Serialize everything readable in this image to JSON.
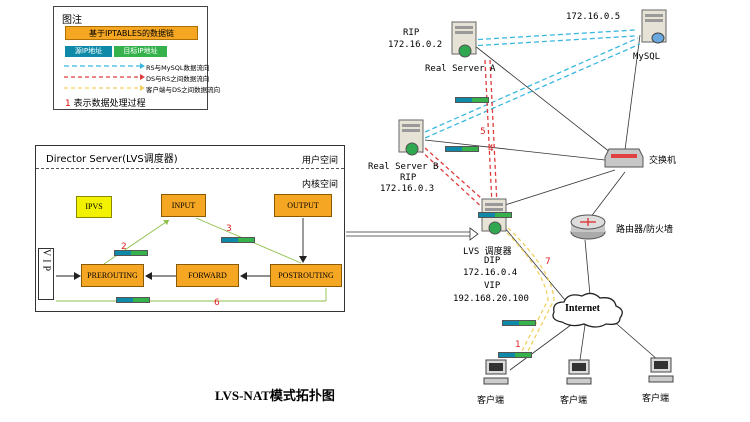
{
  "legend": {
    "title": "图注",
    "chain_label": "基于IPTABLES的数据链",
    "src_badge": "源IP地址",
    "dst_badge": "目标IP地址",
    "line_rs_mysql": "RS与MySQL数据流向",
    "line_ds_rs": "DS与RS之间数据流向",
    "line_client_ds": "客户端与DS之间数据流向",
    "step_num": "1",
    "step_text": "表示数据处理过程"
  },
  "colors": {
    "cyan": "#3ab8e0",
    "red": "#e03b3b",
    "yellow": "#f0d060",
    "chain": "#f5a623",
    "src": "#0e8aa8",
    "dst": "#35b24c"
  },
  "director": {
    "title": "Director Server(LVS调度器)",
    "user_space": "用户空间",
    "kernel_space": "内核空间",
    "ipvs": "IPVS",
    "input": "INPUT",
    "output": "OUTPUT",
    "prerouting": "PREROUTING",
    "forward": "FORWARD",
    "postrouting": "POSTROUTING",
    "vip": "VIP",
    "step2": "2",
    "step3": "3",
    "step6": "6"
  },
  "nodes": {
    "rs_a": {
      "rip_label": "RIP",
      "rip": "172.16.0.2",
      "name": "Real Server A"
    },
    "rs_b": {
      "name": "Real Server B",
      "rip_label": "RIP",
      "rip": "172.16.0.3"
    },
    "mysql": {
      "ip": "172.16.0.5",
      "name": "MySQL"
    },
    "switch": {
      "name": "交换机"
    },
    "router": {
      "name": "路由器/防火墙"
    },
    "lvs": {
      "name": "LVS 调度器",
      "dip_label": "DIP",
      "dip": "172.16.0.4",
      "vip_label": "VIP",
      "vip": "192.168.20.100"
    },
    "internet": {
      "name": "Internet"
    },
    "clients": [
      "客户端",
      "客户端",
      "客户端"
    ]
  },
  "flow_steps": {
    "s1": "1",
    "s4": "4",
    "s5": "5",
    "s7": "7"
  },
  "caption": "LVS-NAT模式拓扑图"
}
